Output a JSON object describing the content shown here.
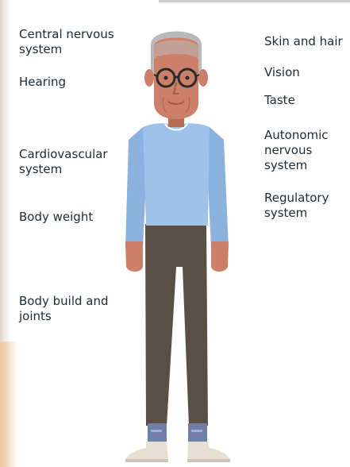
{
  "labels": {
    "left": {
      "central_nervous_system": "Central nervous\nsystem",
      "hearing": "Hearing",
      "cardiovascular_system": "Cardiovascular\nsystem",
      "body_weight": "Body weight",
      "body_build_and_joints": "Body build and\njoints"
    },
    "right": {
      "skin_and_hair": "Skin and hair",
      "vision": "Vision",
      "taste": "Taste",
      "autonomic_nervous_system": "Autonomic\nnervous system",
      "regulatory_system": "Regulatory\nsystem"
    }
  },
  "figure": {
    "description_icon": "elderly-man-icon",
    "colors": {
      "hair": "#b9b9b9",
      "skin": "#cc8069",
      "skin_dark": "#b96a55",
      "shirt": "#9ec2ea",
      "sleeve": "#8cb1dc",
      "trousers": "#5a4f45",
      "socks": "#6f7fa8",
      "shoes": "#e7dfd3",
      "glasses": "#2b2b2b"
    }
  }
}
